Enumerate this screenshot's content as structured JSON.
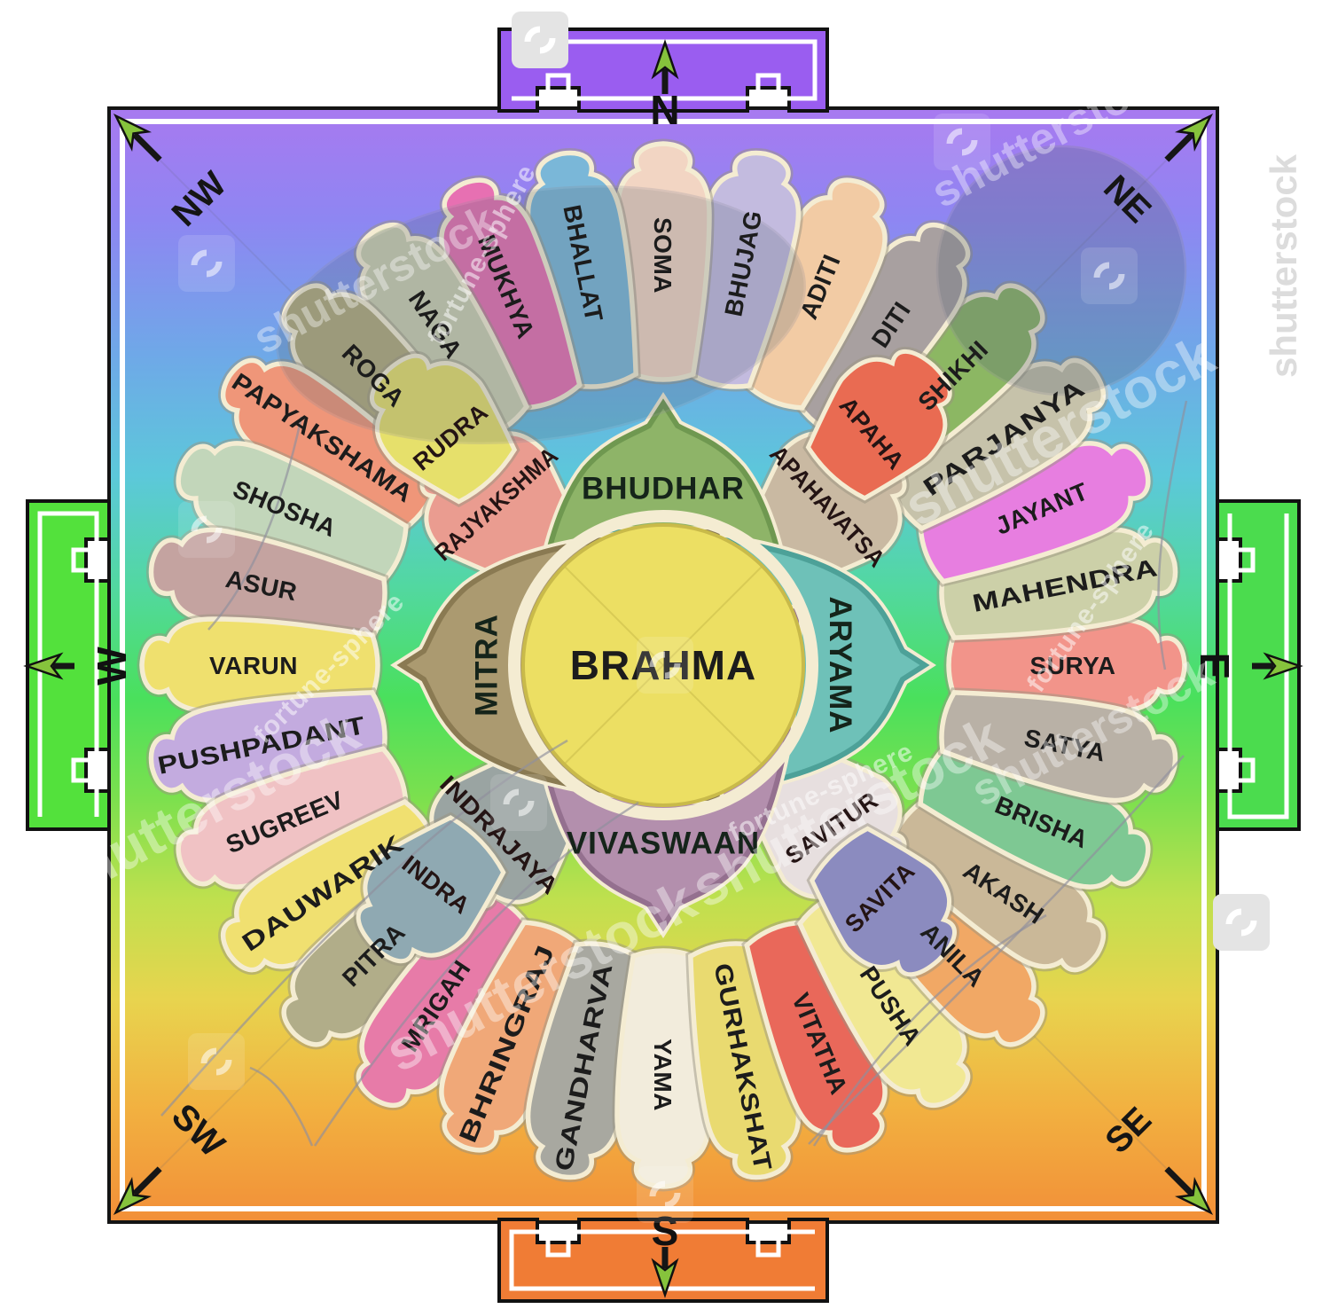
{
  "mandala": {
    "center": {
      "label": "BRAHMA",
      "color": "#ecdf63",
      "rim_color": "#c9ba4a"
    },
    "inner_petals": [
      {
        "label": "BHUDHAR",
        "direction": "N",
        "angle": 90,
        "color": "#8eb468",
        "stroke": "#6f9850",
        "label_rot": 0
      },
      {
        "label": "ARYAMA",
        "direction": "E",
        "angle": 0,
        "color": "#6ec1b8",
        "stroke": "#4da198",
        "label_rot": 90
      },
      {
        "label": "VIVASWAAN",
        "direction": "S",
        "angle": 270,
        "color": "#b38fad",
        "stroke": "#94708f",
        "label_rot": 0
      },
      {
        "label": "MITRA",
        "direction": "W",
        "angle": 180,
        "color": "#ab9a70",
        "stroke": "#8a7a52",
        "label_rot": -90
      }
    ],
    "corner_petals": [
      {
        "label": "RAJYAKSHMA",
        "quadrant": "NW",
        "band": "inner",
        "angle": 136,
        "color": "#ea9c90",
        "label_r": 262,
        "label_rot": -42
      },
      {
        "label": "RUDRA",
        "quadrant": "NW",
        "band": "outer",
        "angle": 133,
        "color": "#e6e06b",
        "label_r": 352,
        "label_rot": -40
      },
      {
        "label": "APAHAVATSA",
        "quadrant": "NE",
        "band": "inner",
        "angle": 44,
        "color": "#c9b9a2",
        "label_r": 258,
        "label_rot": 47
      },
      {
        "label": "APAHA",
        "quadrant": "NE",
        "band": "outer",
        "angle": 48,
        "color": "#e96b52",
        "label_r": 352,
        "label_rot": 50
      },
      {
        "label": "SAVITUR",
        "quadrant": "SE",
        "band": "inner",
        "angle": 316,
        "color": "#e7dfdf",
        "label_r": 264,
        "label_rot": -35
      },
      {
        "label": "SAVITA",
        "quadrant": "SE",
        "band": "outer",
        "angle": 313,
        "color": "#8b8bbf",
        "label_r": 358,
        "label_rot": -45
      },
      {
        "label": "INDRAJAYA",
        "quadrant": "SW",
        "band": "inner",
        "angle": 226,
        "color": "#9aa4a2",
        "label_r": 266,
        "label_rot": 45
      },
      {
        "label": "INDRA",
        "quadrant": "SW",
        "band": "outer",
        "angle": 224,
        "color": "#8fa9b2",
        "label_r": 356,
        "label_rot": 38
      }
    ],
    "outer_petals": [
      {
        "label": "SURYA",
        "angle": 0,
        "color": "#f2948a"
      },
      {
        "label": "MAHENDRA",
        "angle": 11.25,
        "color": "#ccd0a8"
      },
      {
        "label": "JAYANT",
        "angle": 22.5,
        "color": "#e77ee0"
      },
      {
        "label": "PARJANYA",
        "angle": 33.75,
        "color": "#c6c2aa"
      },
      {
        "label": "SHIKHI",
        "angle": 45,
        "color": "#8cb763"
      },
      {
        "label": "DITI",
        "angle": 56.25,
        "color": "#a8a0a0"
      },
      {
        "label": "ADITI",
        "angle": 67.5,
        "color": "#f2cba4"
      },
      {
        "label": "BHUJAG",
        "angle": 78.75,
        "color": "#c3bbdf"
      },
      {
        "label": "SOMA",
        "angle": 90,
        "color": "#f2d5c3"
      },
      {
        "label": "BHALLAT",
        "angle": 101.25,
        "color": "#7ab7d8"
      },
      {
        "label": "MUKHYA",
        "angle": 112.5,
        "color": "#e770b2"
      },
      {
        "label": "NAGA",
        "angle": 123.75,
        "color": "#ccd0b2"
      },
      {
        "label": "ROGA",
        "angle": 135,
        "color": "#b2ab7c"
      },
      {
        "label": "PAPYAKSHAMA",
        "angle": 146.25,
        "color": "#ef9679"
      },
      {
        "label": "SHOSHA",
        "angle": 157.5,
        "color": "#c2d6ba"
      },
      {
        "label": "ASUR",
        "angle": 168.75,
        "color": "#c4a3a0"
      },
      {
        "label": "VARUN",
        "angle": 180,
        "color": "#efe06e"
      },
      {
        "label": "PUSHPADANT",
        "angle": 191.25,
        "color": "#c3abdf"
      },
      {
        "label": "SUGREEV",
        "angle": 202.5,
        "color": "#f0c2c4"
      },
      {
        "label": "DAUWARIK",
        "angle": 213.75,
        "color": "#f0e070"
      },
      {
        "label": "PITRA",
        "angle": 225,
        "color": "#b1ad89"
      },
      {
        "label": "MRIGAH",
        "angle": 236.25,
        "color": "#e77ba8"
      },
      {
        "label": "BHRINGRAJ",
        "angle": 247.5,
        "color": "#f0a878"
      },
      {
        "label": "GANDHARVA",
        "angle": 258.75,
        "color": "#a8a8a0"
      },
      {
        "label": "YAMA",
        "angle": 270,
        "color": "#f2ecdc"
      },
      {
        "label": "GURHAKSHAT",
        "angle": 281.25,
        "color": "#e9da70"
      },
      {
        "label": "VITATHA",
        "angle": 292.5,
        "color": "#e9685a"
      },
      {
        "label": "PUSHA",
        "angle": 303.75,
        "color": "#f1e893"
      },
      {
        "label": "ANILA",
        "angle": 315,
        "color": "#f1a865"
      },
      {
        "label": "AKASH",
        "angle": 326.25,
        "color": "#cab898"
      },
      {
        "label": "BRISHA",
        "angle": 337.5,
        "color": "#7ec893"
      },
      {
        "label": "SATYA",
        "angle": 348.75,
        "color": "#b9b1a6"
      }
    ]
  },
  "compass": {
    "cardinal": [
      {
        "label": "N",
        "gate_color": "#9a5df0"
      },
      {
        "label": "E",
        "gate_color": "#4bdc4e"
      },
      {
        "label": "S",
        "gate_color": "#f07c35"
      },
      {
        "label": "W",
        "gate_color": "#53e13c"
      }
    ],
    "corners": [
      {
        "label": "NW"
      },
      {
        "label": "NE"
      },
      {
        "label": "SW"
      },
      {
        "label": "SE"
      }
    ],
    "arrow_color": "#86c33c"
  },
  "watermarks": {
    "brand": "shutterstock",
    "source": "fortune-sphere"
  },
  "palette": {
    "gradient_top": "#a879f0",
    "gradient_blue": "#7c8cf4",
    "gradient_cyan": "#5cc8da",
    "gradient_green": "#4ae05c",
    "gradient_yellow": "#e8d44e",
    "gradient_bottom": "#f28f38",
    "petal_outline": "#f4ecd2",
    "petal_shadow": "#9a9480",
    "overlay_body": "#5a6878"
  }
}
